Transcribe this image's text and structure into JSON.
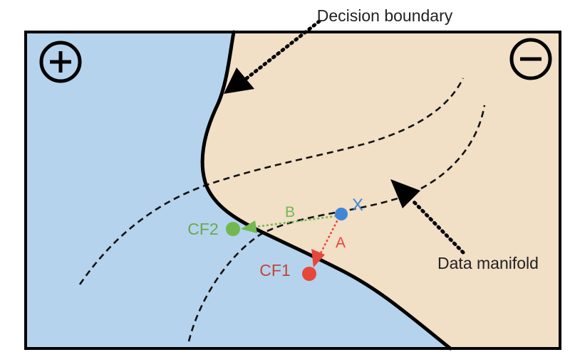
{
  "labels": {
    "decision_boundary": "Decision boundary",
    "data_manifold": "Data manifold",
    "point_x": "X",
    "cf1": "CF1",
    "cf2": "CF2",
    "path_a": "A",
    "path_b": "B"
  },
  "region_icons": {
    "positive": "plus-circle-icon",
    "negative": "minus-circle-icon"
  },
  "colors": {
    "positive_region": "#b5d3ec",
    "negative_region": "#f1dfc6",
    "point_x": "#3f86d6",
    "cf1": "#e5473a",
    "cf2": "#72b752",
    "label_x": "#3f86d6",
    "label_cf1": "#c0453a",
    "label_cf2": "#6aa84f"
  }
}
